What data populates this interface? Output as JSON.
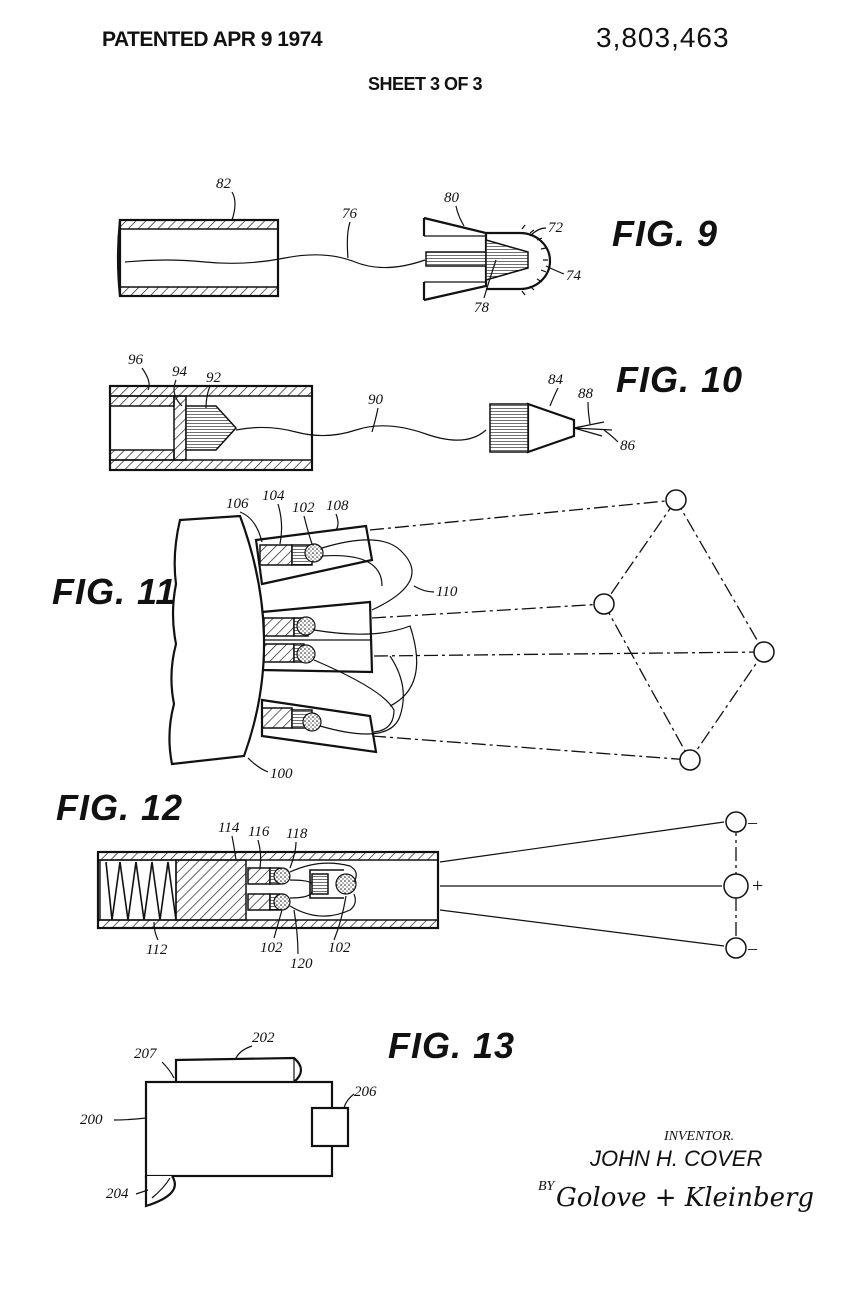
{
  "header": {
    "patented": "PATENTED APR 9 1974",
    "patent_number": "3,803,463",
    "sheet": "SHEET 3 OF 3"
  },
  "figures": {
    "fig9": "FIG. 9",
    "fig10": "FIG. 10",
    "fig11": "FIG. 11",
    "fig12": "FIG. 12",
    "fig13": "FIG. 13"
  },
  "refs": {
    "r82": "82",
    "r76": "76",
    "r80": "80",
    "r72": "72",
    "r74": "74",
    "r78": "78",
    "r96": "96",
    "r94": "94",
    "r92": "92",
    "r90": "90",
    "r84": "84",
    "r88": "88",
    "r86": "86",
    "r106": "106",
    "r104": "104",
    "r102a": "102",
    "r108": "108",
    "r110": "110",
    "r100": "100",
    "r114": "114",
    "r116": "116",
    "r118": "118",
    "r112": "112",
    "r102b": "102",
    "r120": "120",
    "r102c": "102",
    "r207": "207",
    "r202": "202",
    "r206": "206",
    "r200": "200",
    "r204": "204"
  },
  "polarity": {
    "top": "–",
    "middle": "+",
    "bottom": "–"
  },
  "signature": {
    "inventor_label": "INVENTOR.",
    "inventor_name": "JOHN H. COVER",
    "by": "BY",
    "attorney": "Golove + Kleinberg"
  }
}
